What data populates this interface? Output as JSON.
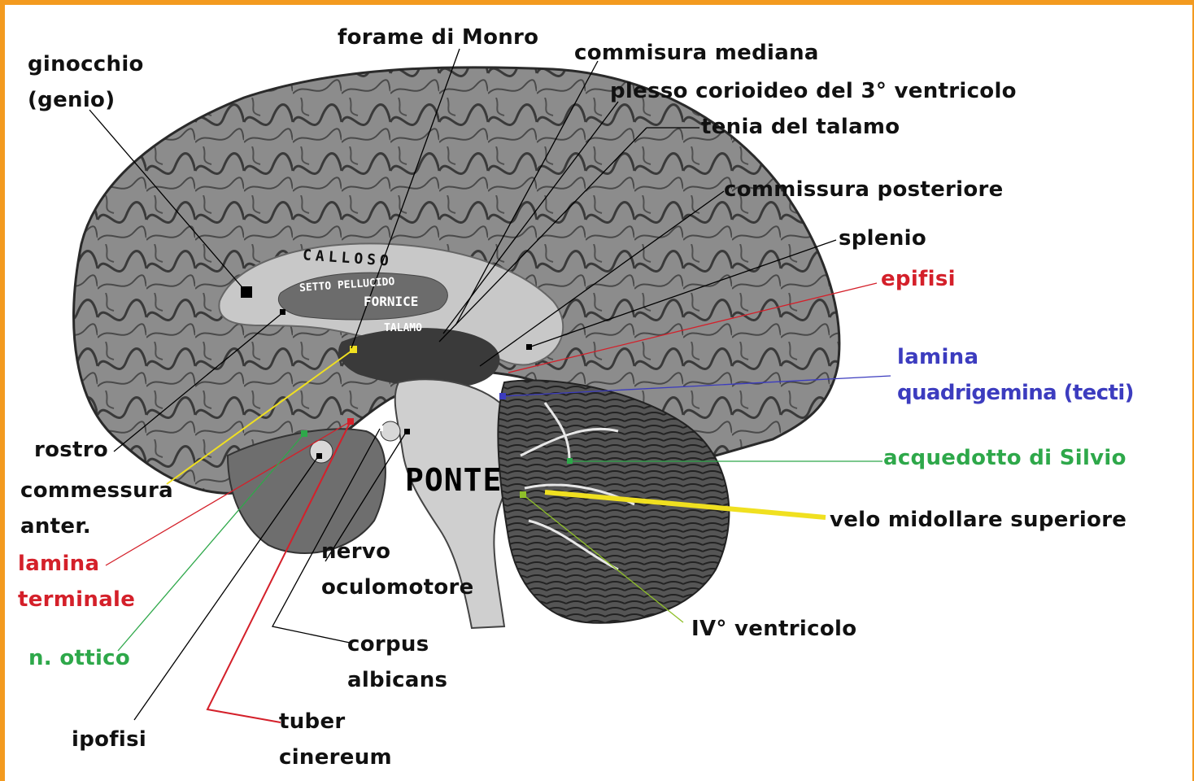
{
  "labels": {
    "forame_monro": "forame di Monro",
    "commisura_mediana": "commisura mediana",
    "plesso_1": "plesso corioideo del 3° ventricolo",
    "tenia": "tenia del talamo",
    "commissura_post": "commissura posteriore",
    "splenio": "splenio",
    "epifisi": "epifisi",
    "lamina_q_1": "lamina",
    "lamina_q_2": "quadrigemina (tecti)",
    "acquedotto": "acquedotto di Silvio",
    "velo": "velo midollare superiore",
    "iv_ventricolo": "IV° ventricolo",
    "ginocchio_1": "ginocchio",
    "ginocchio_2": "(genio)",
    "rostro": "rostro",
    "commessura_1": "commessura",
    "commessura_2": "anter.",
    "lamina_t_1": "lamina",
    "lamina_t_2": "terminale",
    "n_ottico": "n. ottico",
    "ipofisi": "ipofisi",
    "nervo_1": "nervo",
    "nervo_2": "oculomotore",
    "corpus_1": "corpus",
    "corpus_2": "albicans",
    "tuber_1": "tuber",
    "tuber_2": "cinereum"
  },
  "in_image": {
    "calloso": "CALLOSO",
    "setto": "SETTO PELLUCIDO",
    "fornice": "FORNICE",
    "talamo": "TALAMO",
    "ponte": "PONTE"
  },
  "colors": {
    "frame": "#f39a1f",
    "red_leader": "#d4202a",
    "blue_leader": "#3c3cbf",
    "green_leader": "#2ea84a",
    "yellow_leader": "#f0e020",
    "brain_grey": "#8f8f8f",
    "cc_light": "#c9c9c9"
  }
}
